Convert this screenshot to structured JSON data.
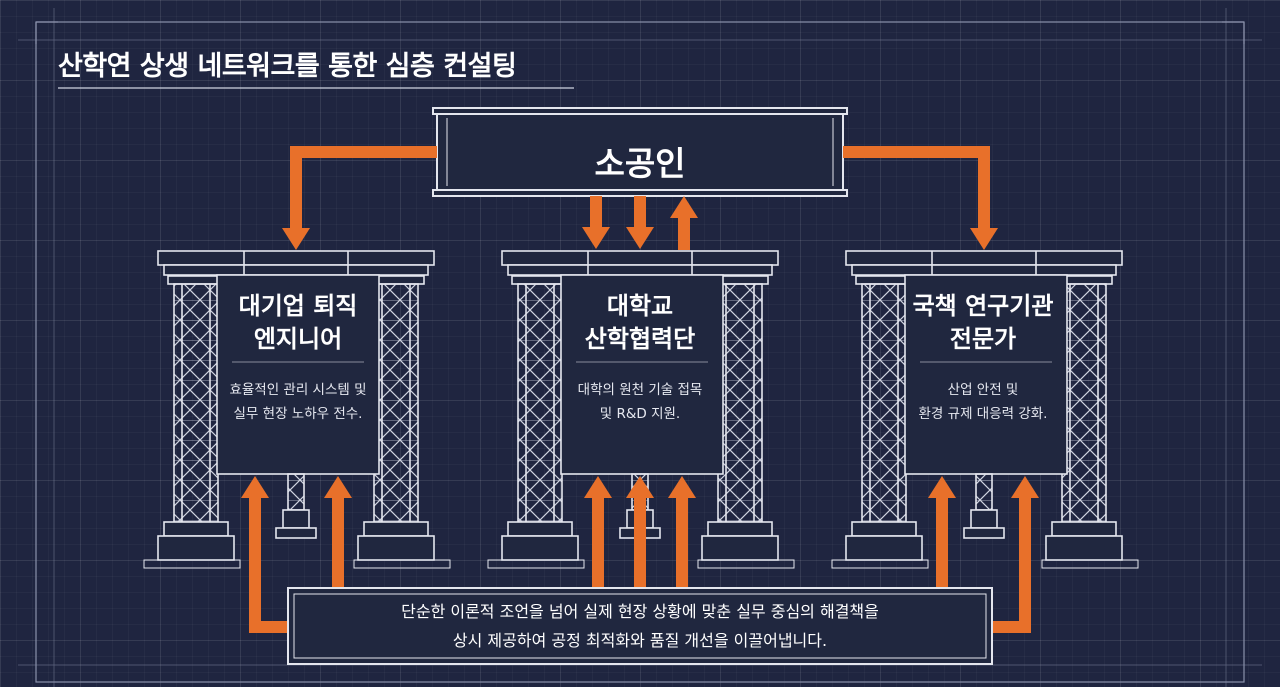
{
  "title": "산학연 상생 네트워크를 통한 심층 컨설팅",
  "top_node": {
    "label": "소공인"
  },
  "columns": [
    {
      "title_line1": "대기업 퇴직",
      "title_line2": "엔지니어",
      "desc_line1": "효율적인 관리 시스템 및",
      "desc_line2": "실무 현장 노하우 전수."
    },
    {
      "title_line1": "대학교",
      "title_line2": "산학협력단",
      "desc_line1": "대학의 원천 기술 접목",
      "desc_line2": "및 R&D 지원."
    },
    {
      "title_line1": "국책 연구기관",
      "title_line2": "전문가",
      "desc_line1": "산업 안전 및",
      "desc_line2": "환경 규제 대응력 강화."
    }
  ],
  "bottom_node": {
    "line1": "단순한 이론적 조언을 넘어 실제 현장 상황에 맞춘 실무 중심의 해결책을",
    "line2": "상시 제공하여 공정 최적화와 품질 개선을 이끌어냅니다."
  },
  "colors": {
    "background": "#1f2540",
    "arrow": "#e8702a",
    "line": "#e4e6ee",
    "box_fill": "#20273f"
  }
}
